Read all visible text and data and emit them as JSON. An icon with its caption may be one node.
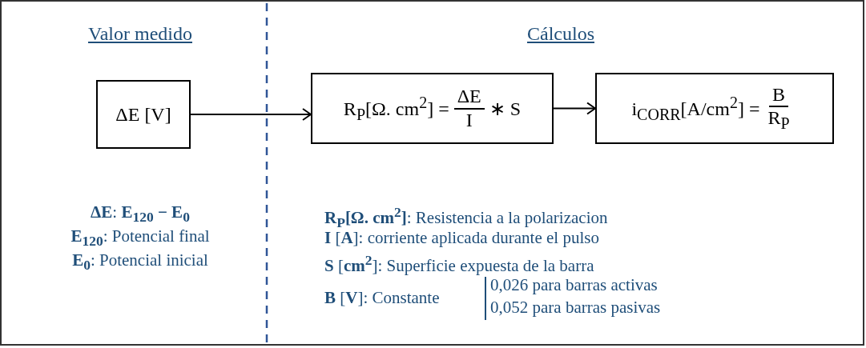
{
  "diagram": {
    "nodes": [
      {
        "text": [
          "ΔE [V]"
        ]
      },
      {
        "text": [
          "R$_{P}$[Ω. cm$^{2}$] =",
          "ΔE",
          "I",
          "∗ S"
        ]
      },
      {
        "text": [
          "i$_{CORR}$[A/cm$^{2}$] =",
          "B",
          "R$_{P}$"
        ]
      }
    ],
    "edges": [
      {
        "from": 0,
        "to": 1,
        "arrow": "to"
      },
      {
        "from": 1,
        "to": 2,
        "arrow": "to"
      }
    ],
    "labels": [
      "Valor medido",
      "Cálculos",
      "**ΔE**: **E$_{120}$ − E$_{0}$**",
      "**E$_{120}$**: Potencial final",
      "**E$_{0}$**: Potencial inicial",
      "**R$_{P}$[Ω. cm$^{2}$]**: Resistencia a la polarizacion",
      "**I** [**A**]: corriente aplicada durante el pulso",
      "**S** [**cm$^{2}$**]: Superficie expuesta de la barra",
      "**B** [**V**]: Constante",
      "0,026  para barras activas",
      "0,052 para barras pasivas"
    ]
  }
}
